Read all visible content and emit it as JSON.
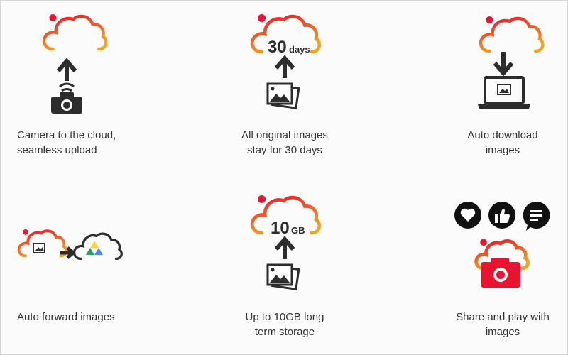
{
  "colors": {
    "cloud_gradient_start": "#e8142f",
    "cloud_gradient_end": "#f6a21a",
    "icon_dark": "#2d2d2d",
    "camera_red": "#e8142f",
    "caption_text": "#333333",
    "drive_green": "#1fa463",
    "drive_yellow": "#ffd04b",
    "drive_blue": "#4688f4"
  },
  "features": [
    {
      "id": "camera-to-cloud",
      "icon": "cloud-upload-camera-icon",
      "caption_lines": [
        "Camera to the cloud,",
        "seamless upload"
      ]
    },
    {
      "id": "original-images-30-days",
      "icon": "cloud-30-days-icon",
      "badge_number": "30",
      "badge_unit": "days",
      "caption_lines": [
        "All original images",
        "stay for 30 days"
      ]
    },
    {
      "id": "auto-download",
      "icon": "cloud-download-laptop-icon",
      "caption_lines": [
        "Auto download",
        "images"
      ]
    },
    {
      "id": "auto-forward",
      "icon": "cloud-forward-drive-icon",
      "caption_lines": [
        "Auto forward images"
      ]
    },
    {
      "id": "long-term-storage",
      "icon": "cloud-10gb-icon",
      "badge_number": "10",
      "badge_unit": "GB",
      "caption_lines": [
        "Up to 10GB long",
        "term storage"
      ]
    },
    {
      "id": "share-and-play",
      "icon": "share-social-camera-icon",
      "caption_lines": [
        "Share and play with",
        "images"
      ]
    }
  ]
}
